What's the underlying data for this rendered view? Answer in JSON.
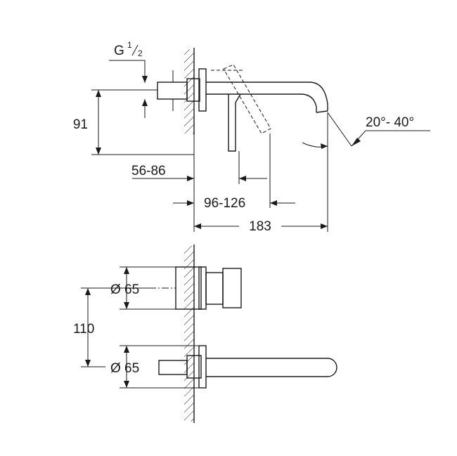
{
  "diagram": {
    "thread_label": "G",
    "thread_num": "1",
    "thread_den": "2",
    "height_91": "91",
    "depth_56_86": "56-86",
    "lever_96_126": "96-126",
    "spout_183": "183",
    "angle_label": "20°- 40°",
    "rosette_top_diameter": "Ø 65",
    "rosette_bottom_diameter": "Ø 65",
    "spacing_110": "110"
  }
}
